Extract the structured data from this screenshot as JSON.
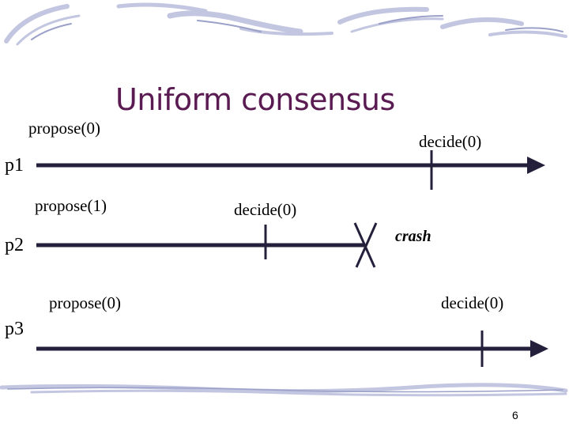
{
  "slide": {
    "title": "Uniform consensus",
    "page_number": "6"
  },
  "processes": [
    {
      "name": "p1",
      "events": [
        {
          "label": "propose(0)"
        },
        {
          "label": "decide(0)"
        }
      ]
    },
    {
      "name": "p2",
      "events": [
        {
          "label": "propose(1)"
        },
        {
          "label": "decide(0)"
        }
      ],
      "crash_label": "crash"
    },
    {
      "name": "p3",
      "events": [
        {
          "label": "propose(0)"
        },
        {
          "label": "decide(0)"
        }
      ]
    }
  ],
  "colors": {
    "title": "#5a1a52",
    "timeline": "#24203c",
    "decoration": "#b8bcdc"
  }
}
